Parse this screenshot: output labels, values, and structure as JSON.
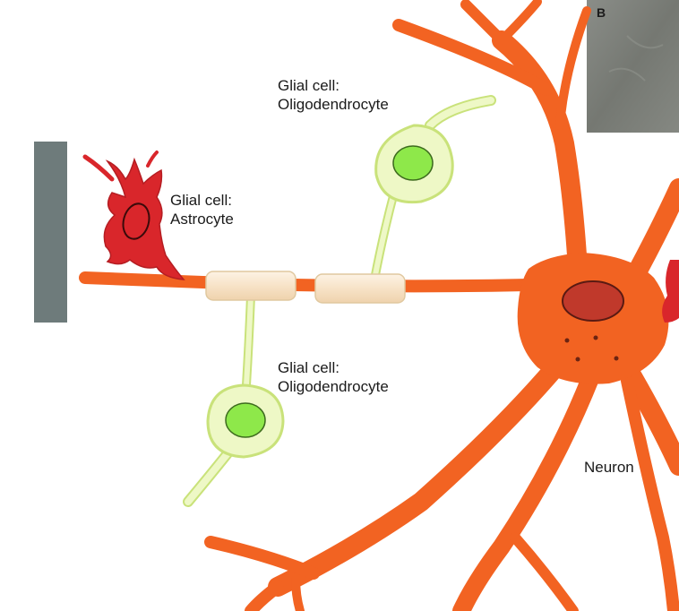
{
  "labels": {
    "oligodendrocyte_top": {
      "line1": "Glial cell:",
      "line2": "Oligodendrocyte"
    },
    "astrocyte": {
      "line1": "Glial cell:",
      "line2": "Astrocyte"
    },
    "oligodendrocyte_bottom": {
      "line1": "Glial cell:",
      "line2": "Oligodendrocyte"
    },
    "neuron": "Neuron"
  },
  "panel_letter": "B",
  "colors": {
    "neuron": "#f26322",
    "nucleus": "#c0392b",
    "astrocyte": "#d9262b",
    "oligodendrocyte_body": "#eef8c6",
    "oligodendrocyte_nucleus": "#8ee84a",
    "myelin": "#f7e3c7",
    "side_panel": "#6e7b7b",
    "micrograph": "#7a7d78"
  }
}
